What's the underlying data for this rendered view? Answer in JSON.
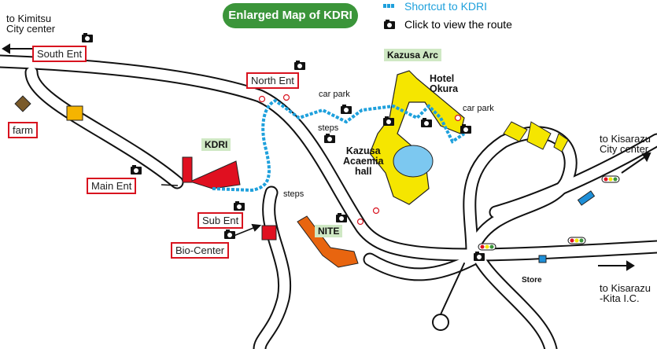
{
  "title_button": "Enlarged Map of KDRI",
  "legend": {
    "shortcut": "Shortcut to KDRI",
    "camera": "Click to view the route",
    "shortcut_color": "#1ea0dc"
  },
  "destinations": {
    "kimitsu": [
      "to Kimitsu",
      "City center"
    ],
    "kisarazu_city": [
      "to Kisarazu",
      "City center"
    ],
    "kisarazu_ic": [
      "to Kisarazu",
      "-Kita I.C."
    ]
  },
  "entrances": {
    "south": "South Ent",
    "north": "North Ent",
    "main": "Main Ent",
    "sub": "Sub Ent",
    "bio": "Bio-Center",
    "farm": "farm"
  },
  "places": {
    "kazusa_arc": "Kazusa Arc",
    "kdri": "KDRI",
    "nite": "NITE",
    "hotel": [
      "Hotel",
      "Okura"
    ],
    "hall": [
      "Kazusa",
      "Acaemia",
      "hall"
    ],
    "car_park_1": "car park",
    "car_park_2": "car park",
    "steps_1": "steps",
    "steps_2": "steps",
    "store": "Store"
  },
  "colors": {
    "entrance_border": "#d8131f",
    "kdri": "#e01020",
    "nite": "#e8650f",
    "arc": "#f5e600",
    "tag_bg": "#cfe8c4"
  }
}
